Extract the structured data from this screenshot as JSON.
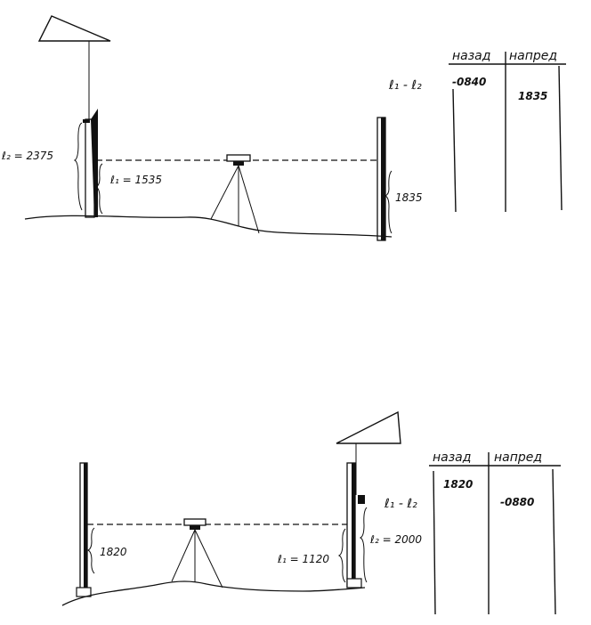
{
  "diagrams": [
    {
      "rod_left_label": "ℓ₂ = 2375",
      "instrument_label": "ℓ₁ = 1535",
      "rod_right_label": "1835",
      "formula": "ℓ₁ - ℓ₂",
      "table": {
        "col_back": "назад",
        "col_forward": "напред",
        "back_value": "-0840",
        "forward_value": "1835"
      }
    },
    {
      "rod_left_label": "1820",
      "instrument_label": "ℓ₁ = 1120",
      "rod_right_label": "ℓ₂ = 2000",
      "formula": "ℓ₁ - ℓ₂",
      "table": {
        "col_back": "назад",
        "col_forward": "напред",
        "back_value": "1820",
        "forward_value": "-0880"
      }
    }
  ]
}
